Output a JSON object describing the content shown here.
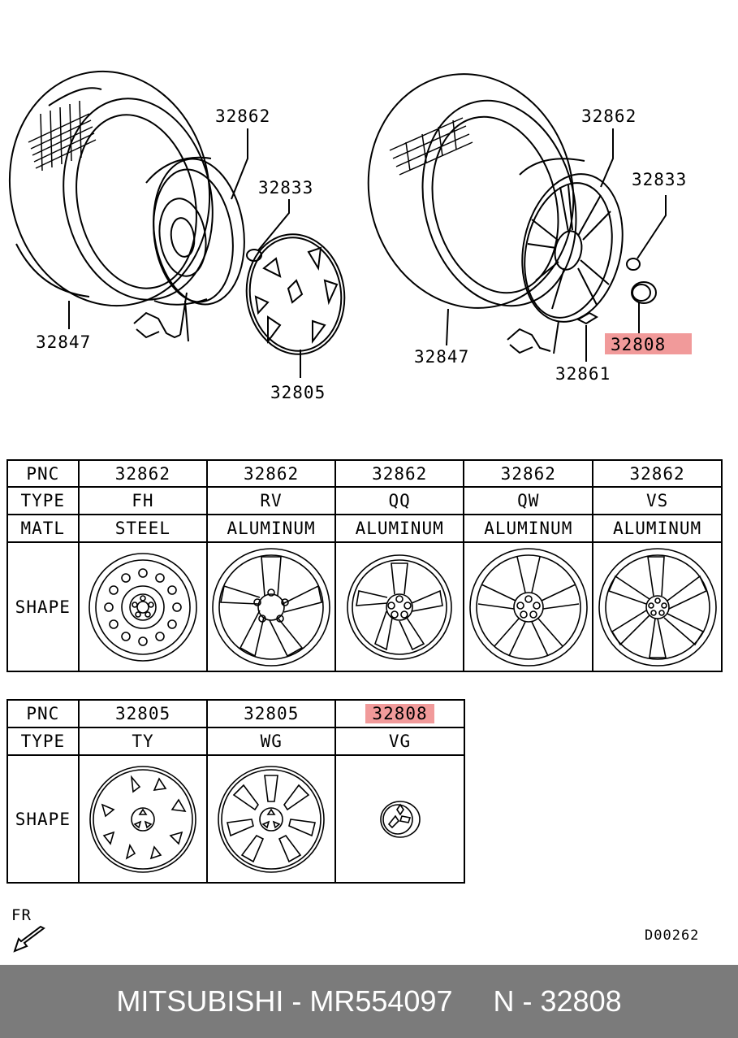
{
  "callouts": {
    "left_wheel_32862": "32862",
    "left_nut_32833": "32833",
    "left_tire_32847": "32847",
    "left_cover_32805": "32805",
    "right_wheel_32862": "32862",
    "right_nut_32833": "32833",
    "right_tire_32847": "32847",
    "right_weight_32861": "32861",
    "right_cap_32808": "32808"
  },
  "highlight_color": "#f19a9a",
  "table1": {
    "row_labels": [
      "PNC",
      "TYPE",
      "MATL",
      "SHAPE"
    ],
    "columns": [
      {
        "pnc": "32862",
        "type": "FH",
        "matl": "STEEL",
        "shape": "steel-wheel-icon"
      },
      {
        "pnc": "32862",
        "type": "RV",
        "matl": "ALUMINUM",
        "shape": "alloy-5-spoke-wheel-icon"
      },
      {
        "pnc": "32862",
        "type": "QQ",
        "matl": "ALUMINUM",
        "shape": "alloy-wheel-icon"
      },
      {
        "pnc": "32862",
        "type": "QW",
        "matl": "ALUMINUM",
        "shape": "alloy-10-spoke-wheel-icon"
      },
      {
        "pnc": "32862",
        "type": "VS",
        "matl": "ALUMINUM",
        "shape": "alloy-7-spoke-wheel-icon"
      }
    ]
  },
  "table2": {
    "row_labels": [
      "PNC",
      "TYPE",
      "SHAPE"
    ],
    "columns": [
      {
        "pnc": "32805",
        "type": "TY",
        "shape": "wheel-cover-icon",
        "highlighted": false
      },
      {
        "pnc": "32805",
        "type": "WG",
        "shape": "wheel-cover-icon",
        "highlighted": false
      },
      {
        "pnc": "32808",
        "type": "VG",
        "shape": "center-cap-icon",
        "highlighted": true
      }
    ]
  },
  "fr_label": "FR",
  "diagram_id": "D00262",
  "footer": {
    "brand": "MITSUBISHI",
    "sep1": " - ",
    "part_number": "MR554097",
    "gap": "     ",
    "ref": "N - 32808"
  }
}
